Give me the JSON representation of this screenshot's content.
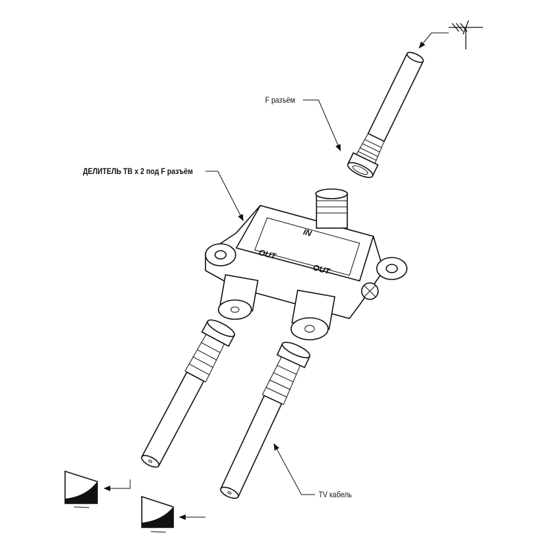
{
  "labels": {
    "f_connector": "F разъём",
    "splitter": "ДЕЛИТЕЛЬ ТВ x 2 под F разъём",
    "tv_cable": "TV кабель",
    "port_in": "IN",
    "port_out_1": "OUT",
    "port_out_2": "OUT"
  },
  "icons": [
    "antenna-icon",
    "tv-icon",
    "tv-icon"
  ],
  "colors": {
    "line": "#111111",
    "background": "#ffffff"
  }
}
